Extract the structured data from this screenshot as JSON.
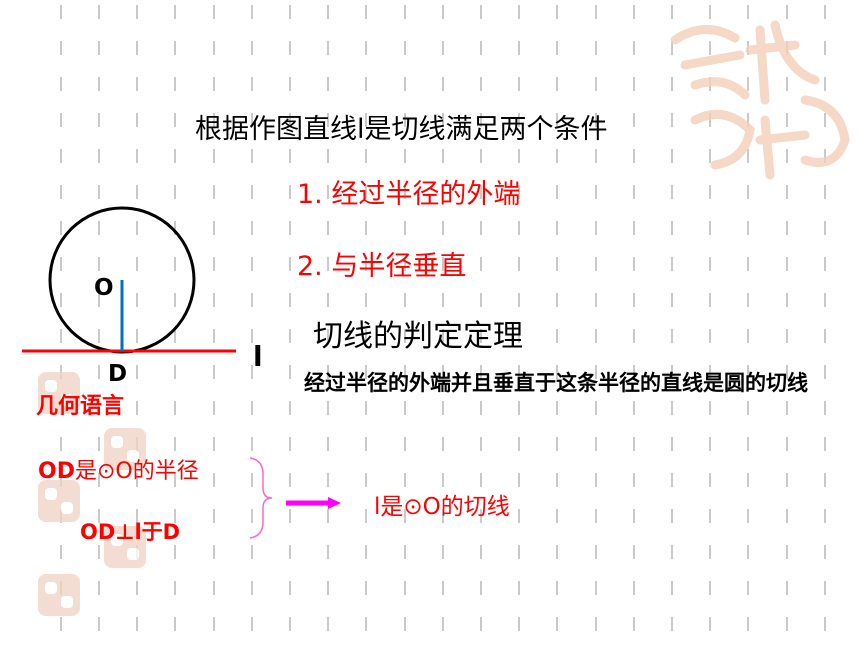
{
  "slide": {
    "title": "根据作图直线l是切线满足两个条件",
    "conditions": [
      "1. 经过半径的外端",
      "2. 与半径垂直"
    ],
    "theorem_title": "切线的判定定理",
    "theorem_text": "经过半径的外端并且垂直于这条半径的直线是圆的切线"
  },
  "figure": {
    "center_label": "O",
    "point_label": "D",
    "line_label": "l"
  },
  "geometry_language": {
    "heading": "几何语言",
    "premise1_od": "OD",
    "premise1_rest": "是⊙O的半径",
    "premise2": "OD⊥l于D",
    "conclusion": "l是⊙O的切线"
  },
  "colors": {
    "emphasis_text": "#ff0000",
    "tangent_line": "#ff0000",
    "radius": "#0070c0",
    "arrow": "#ff00ff",
    "brace": "#ff66cc"
  }
}
